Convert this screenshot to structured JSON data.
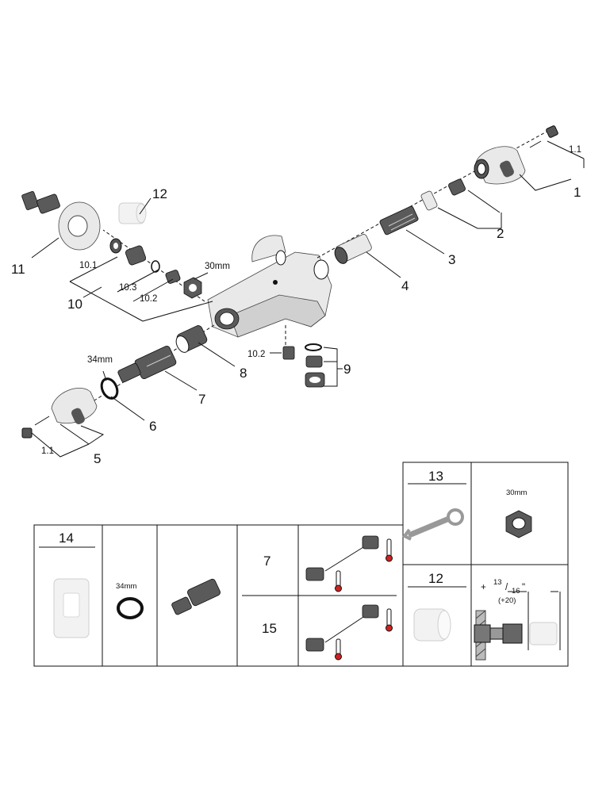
{
  "callouts": {
    "p1": "1",
    "p1_1_top": "1.1",
    "p2": "2",
    "p3": "3",
    "p4": "4",
    "p5": "5",
    "p1_1_bottom": "1.1",
    "p6": "6",
    "p6_size": "34mm",
    "p7": "7",
    "p8": "8",
    "p9": "9",
    "p10": "10",
    "p10_1": "10.1",
    "p10_2": "10.2",
    "p10_3": "10.3",
    "p10_2_lower": "10.2",
    "p10_nut_size": "30mm",
    "p11": "11",
    "p12": "12"
  },
  "table": {
    "cell14": {
      "number": "14",
      "ring_size": "34mm"
    },
    "cell7_15": {
      "row1": "7",
      "row2": "15"
    },
    "cell13": {
      "number": "13",
      "nut_size": "30mm"
    },
    "cell12": {
      "number": "12",
      "plus": "+",
      "fraction_num": "13",
      "fraction_den": "16",
      "inch": "\"",
      "metric": "(+20)"
    }
  }
}
